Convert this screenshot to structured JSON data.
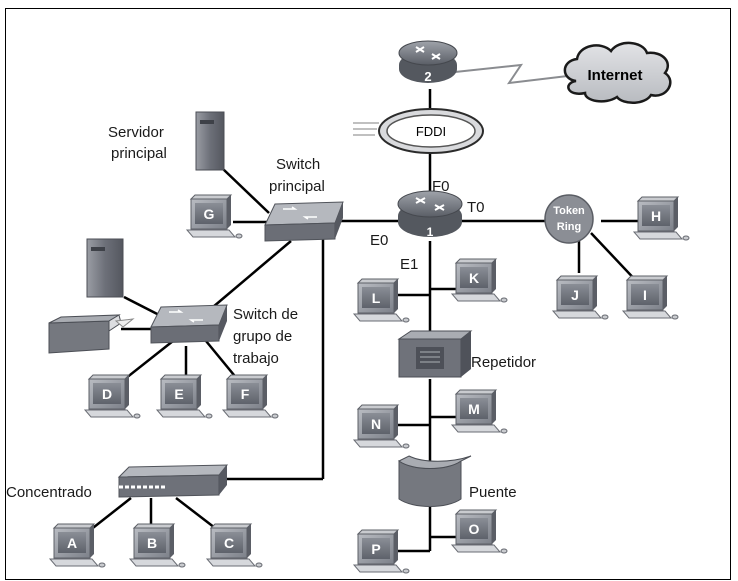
{
  "diagram": {
    "cloud": "Internet",
    "router2": "2",
    "router1": "1",
    "fddi": "FDDI",
    "token_ring_line1": "Token",
    "token_ring_line2": "Ring",
    "server_line1": "Servidor",
    "server_line2": "principal",
    "main_switch_line1": "Switch",
    "main_switch_line2": "principal",
    "workgroup_switch_line1": "Switch de",
    "workgroup_switch_line2": "grupo de",
    "workgroup_switch_line3": "trabajo",
    "hub": "Concentrado",
    "repeater": "Repetidor",
    "bridge": "Puente",
    "iface_f0": "F0",
    "iface_t0": "T0",
    "iface_e0": "E0",
    "iface_e1": "E1",
    "pcs": {
      "a": "A",
      "b": "B",
      "c": "C",
      "d": "D",
      "e": "E",
      "f": "F",
      "g": "G",
      "h": "H",
      "i": "I",
      "j": "J",
      "k": "K",
      "l": "L",
      "m": "M",
      "n": "N",
      "o": "O",
      "p": "P"
    }
  }
}
